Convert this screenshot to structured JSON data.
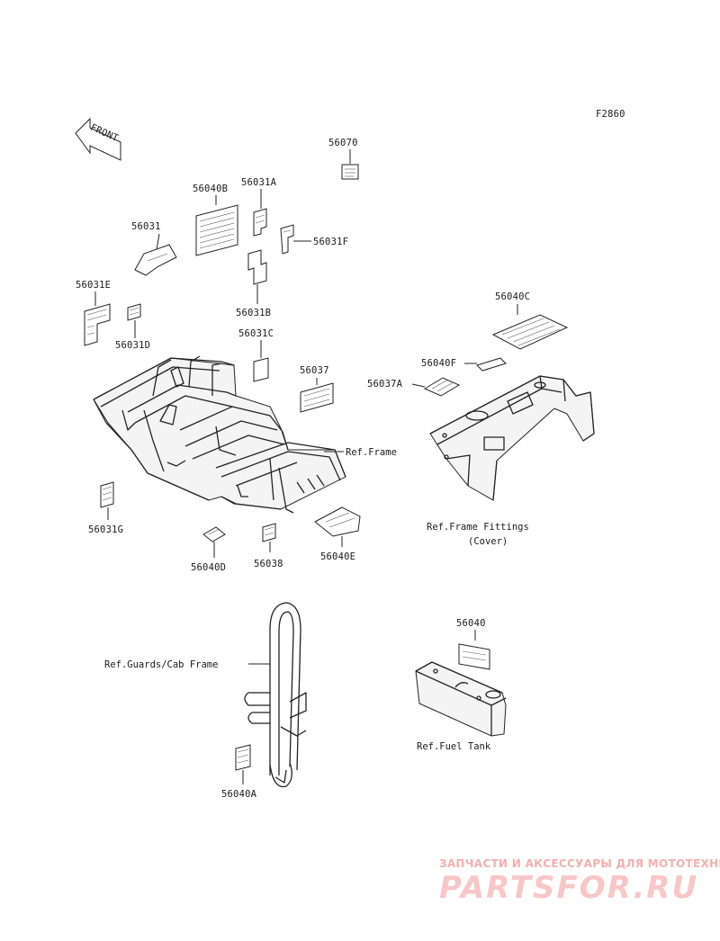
{
  "figure_code": "F2860",
  "front_arrow": "FRONT",
  "labels": {
    "p56070": "56070",
    "p56040B": "56040B",
    "p56031A": "56031A",
    "p56031": "56031",
    "p56031F": "56031F",
    "p56031E": "56031E",
    "p56031B": "56031B",
    "p56031D": "56031D",
    "p56031C": "56031C",
    "p56037": "56037",
    "p56040C": "56040C",
    "p56040F": "56040F",
    "p56037A": "56037A",
    "p56031G": "56031G",
    "p56040D": "56040D",
    "p56038": "56038",
    "p56040E": "56040E",
    "p56040": "56040",
    "p56040A": "56040A"
  },
  "refs": {
    "frame": "Ref.Frame",
    "frame_fittings": "Ref.Frame Fittings",
    "frame_fittings_sub": "(Cover)",
    "guards": "Ref.Guards/Cab Frame",
    "fuel_tank": "Ref.Fuel Tank"
  },
  "watermark": {
    "line1": "ЗАПЧАСТИ И АКСЕССУАРЫ ДЛЯ МОТОТЕХНИКИ",
    "line2": "PARTSFOR.RU",
    "color": "#f2b0b0"
  }
}
